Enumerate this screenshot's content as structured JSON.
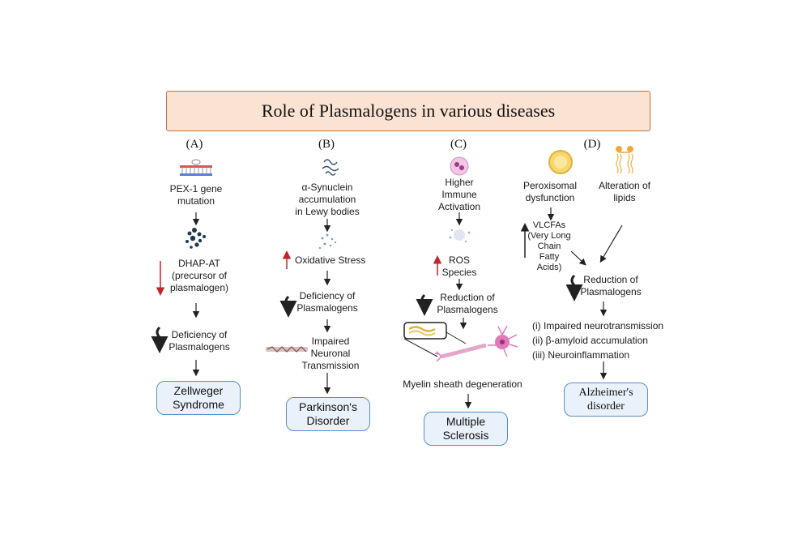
{
  "title": "Role of Plasmalogens in various diseases",
  "panels": {
    "a": {
      "label": "(A)",
      "step1": [
        "PEX-1 gene",
        "mutation"
      ],
      "step2": [
        "DHAP-AT",
        "(precursor of",
        "plasmalogen)"
      ],
      "step3": [
        "Deficiency of",
        "Plasmalogens"
      ],
      "disease": [
        "Zellweger",
        "Syndrome"
      ]
    },
    "b": {
      "label": "(B)",
      "step1": [
        "α-Synuclein",
        "accumulation",
        "in Lewy bodies"
      ],
      "step2": "Oxidative Stress",
      "step3": [
        "Deficiency of",
        "Plasmalogens"
      ],
      "step4": [
        "Impaired",
        "Neuronal",
        "Transmission"
      ],
      "disease": [
        "Parkinson's",
        "Disorder"
      ]
    },
    "c": {
      "label": "(C)",
      "step1": [
        "Higher",
        "Immune",
        "Activation"
      ],
      "step2": [
        "ROS",
        "Species"
      ],
      "step3": [
        "Reduction of",
        "Plasmalogens"
      ],
      "step4": "Myelin sheath degeneration",
      "disease": [
        "Multiple",
        "Sclerosis"
      ]
    },
    "d": {
      "label": "(D)",
      "step1a": [
        "Peroxisomal",
        "dysfunction"
      ],
      "step1b": [
        "Alteration of",
        "lipids"
      ],
      "step2": [
        "VLCFAs",
        "(Very Long",
        "Chain",
        "Fatty",
        "Acids)"
      ],
      "step3": [
        "Reduction of",
        "Plasmalogens"
      ],
      "effects": [
        "(i) Impaired neurotransmission",
        "(ii) β-amyloid accumulation",
        "(iii) Neuroinflammation"
      ],
      "disease": [
        "Alzheimer's",
        "disorder"
      ]
    }
  },
  "colors": {
    "title_bg": "#fbe3d3",
    "title_border": "#c9703a",
    "disease_bg": "#e9f2fb",
    "disease_border": "#5a8ec4",
    "up_arrow": "#c0262b",
    "down_arrow": "#c0262b"
  },
  "icons": {
    "a_top": "lipid-bilayer-icon",
    "a_mid": "enzyme-particles-icon",
    "b_top": "protein-aggregate-icon",
    "b_mid": "ros-particles-icon",
    "b_neuron": "neuron-fiber-icon",
    "c_top": "immune-cell-icon",
    "c_mid": "ros-cloud-icon",
    "c_neuron": "neuron-icon",
    "d_top1": "peroxisome-icon",
    "d_top2": "lipid-icon"
  }
}
